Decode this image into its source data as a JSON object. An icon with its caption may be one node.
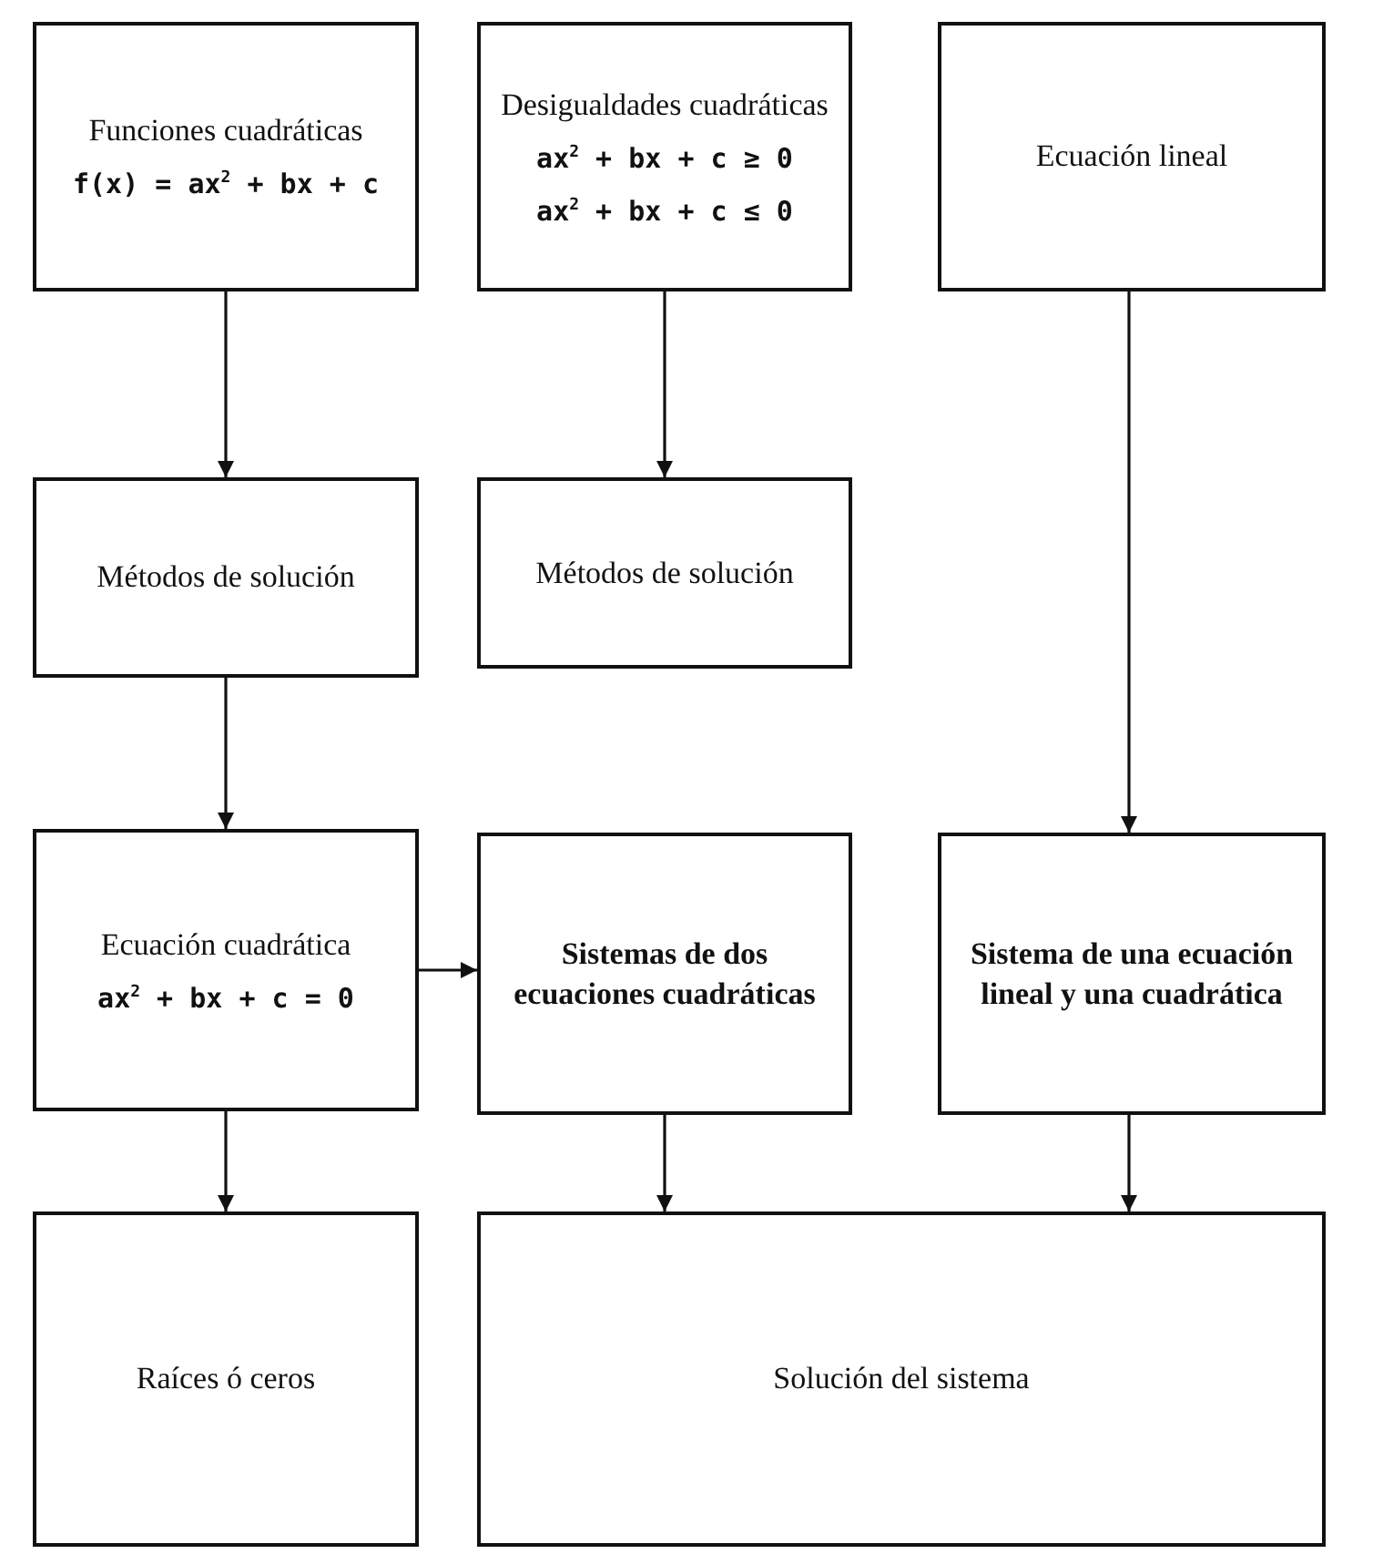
{
  "diagram": {
    "nodes": [
      {
        "text": [
          "Funciones cuadráticas",
          "f(x) = ax$^{2}$ + bx + c"
        ]
      },
      {
        "text": [
          "Desigualdades cuadráticas",
          "ax$^{2}$ + bx + c ≥ 0",
          "ax$^{2}$ + bx + c ≤ 0"
        ]
      },
      {
        "text": [
          "Ecuación lineal"
        ]
      },
      {
        "text": [
          "Métodos de solución"
        ]
      },
      {
        "text": [
          "Métodos de solución"
        ]
      },
      {
        "text": [
          "Ecuación cuadrática",
          "ax$^{2}$ + bx + c = 0"
        ]
      },
      {
        "text": [
          "Sistemas de dos ecuaciones cuadráticas"
        ]
      },
      {
        "text": [
          "Sistema de una ecuación lineal y una cuadrática"
        ]
      },
      {
        "text": [
          "Raíces ó ceros"
        ]
      },
      {
        "text": [
          "Solución del sistema"
        ]
      }
    ],
    "edges": [
      {
        "from": 0,
        "to": 3,
        "arrow": "to"
      },
      {
        "from": 1,
        "to": 4,
        "arrow": "to"
      },
      {
        "from": 3,
        "to": 5,
        "arrow": "to"
      },
      {
        "from": 5,
        "to": 6,
        "arrow": "to"
      },
      {
        "from": 2,
        "to": 7,
        "arrow": "to"
      },
      {
        "from": 5,
        "to": 8,
        "arrow": "to"
      },
      {
        "from": 6,
        "to": 9,
        "arrow": "to"
      },
      {
        "from": 7,
        "to": 9,
        "arrow": "to"
      }
    ]
  }
}
